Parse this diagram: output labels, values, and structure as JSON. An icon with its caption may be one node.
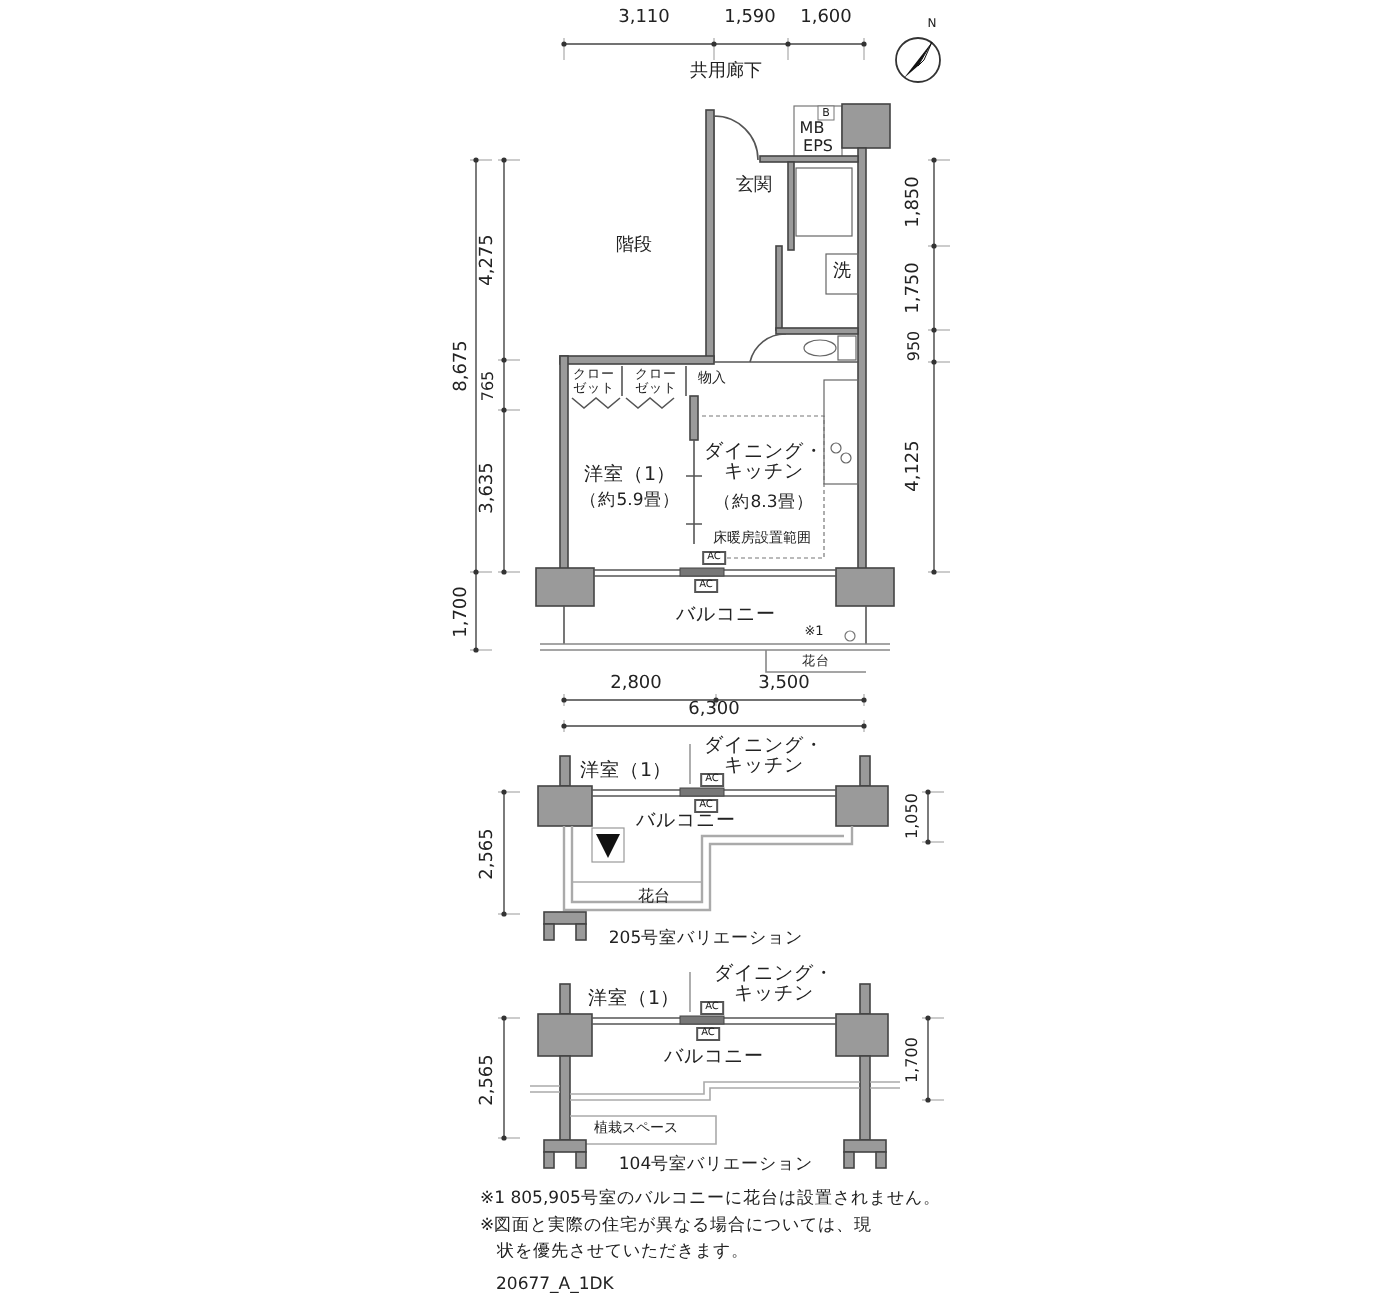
{
  "diagram": {
    "labels": [
      "3,110",
      "1,590",
      "1,600",
      "N",
      "共用廊下",
      "B",
      "MB",
      "EPS",
      "玄関",
      "1,850",
      "階段",
      "4,275",
      "洗",
      "1,750",
      "8,675",
      "950",
      "765",
      "クローゼット",
      "クローゼット",
      "物入",
      "3,635",
      "4,125",
      "洋室（1）",
      "（約5.9畳）",
      "ダイニング・キッチン",
      "（約8.3畳）",
      "床暖房設置範囲",
      "AC",
      "AC",
      "1,700",
      "バルコニー",
      "※1",
      "花台",
      "2,800",
      "3,500",
      "6,300",
      "洋室（1）",
      "ダイニング・キッチン",
      "AC",
      "AC",
      "2,565",
      "1,050",
      "バルコニー",
      "花台",
      "205号室バリエーション",
      "洋室（1）",
      "ダイニング・キッチン",
      "AC",
      "AC",
      "2,565",
      "1,700",
      "バルコニー",
      "植栽スペース",
      "104号室バリエーション",
      "※1 805,905号室のバルコニーに花台は設置されません。",
      "※図面と実際の住宅が異なる場合については、現状を優先させていただきます。",
      "20677_A_1DK"
    ]
  }
}
